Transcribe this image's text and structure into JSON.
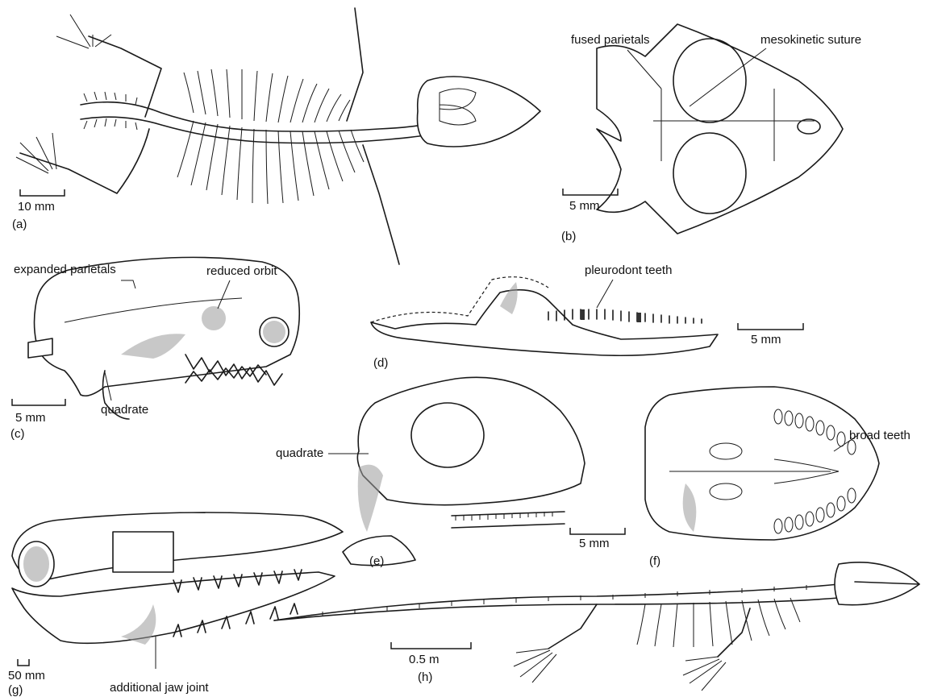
{
  "panels": {
    "a": {
      "letter": "(a)",
      "scale": "10 mm"
    },
    "b": {
      "letter": "(b)",
      "scale": "5 mm",
      "labels": [
        "fused parietals",
        "mesokinetic suture"
      ]
    },
    "c": {
      "letter": "(c)",
      "scale": "5 mm",
      "labels": [
        "expanded parietals",
        "reduced orbit",
        "quadrate"
      ]
    },
    "d": {
      "letter": "(d)",
      "scale": "5 mm",
      "labels": [
        "pleurodont teeth"
      ]
    },
    "e": {
      "letter": "(e)",
      "scale": "5 mm",
      "labels": [
        "quadrate"
      ]
    },
    "f": {
      "letter": "(f)",
      "labels": [
        "broad teeth"
      ]
    },
    "g": {
      "letter": "(g)",
      "scale": "50 mm",
      "labels": [
        "additional jaw joint"
      ]
    },
    "h": {
      "letter": "(h)",
      "scale": "0.5 m"
    }
  }
}
